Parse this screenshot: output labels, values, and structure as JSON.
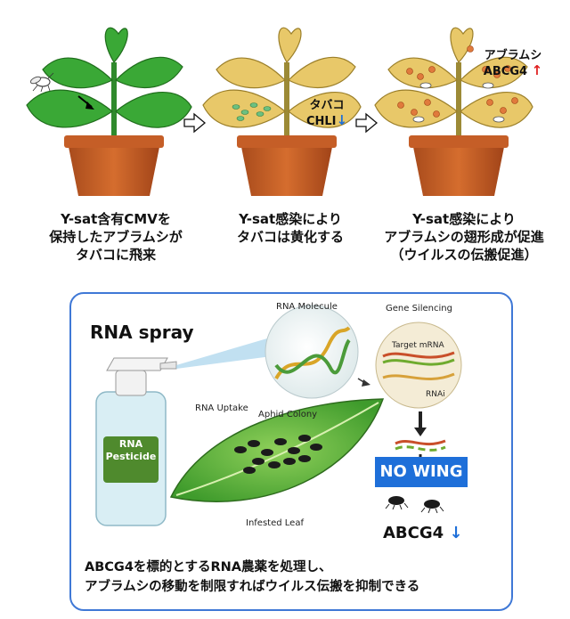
{
  "top": {
    "captions": [
      {
        "lines": [
          "Y-sat含有CMVを",
          "保持したアブラムシが",
          "タバコに飛来"
        ]
      },
      {
        "lines": [
          "Y-sat感染により",
          "タバコは黄化する"
        ]
      },
      {
        "lines": [
          "Y-sat感染により",
          "アブラムシの翅形成が促進",
          "（ウイルスの伝搬促進）"
        ]
      }
    ],
    "tobacco_label": {
      "line1": "タバコ",
      "line2": "CHLI",
      "arrow": "↓"
    },
    "aphid_label": {
      "line1": "アブラムシ",
      "line2": "ABCG4",
      "arrow": "↑"
    }
  },
  "bottom": {
    "rna_spray": "RNA spray",
    "bottle_label": {
      "line1": "RNA",
      "line2": "Pesticide"
    },
    "rna_molecule": "RNA Molecule",
    "gene_silencing": "Gene Silencing",
    "target_mrna": "Target mRNA",
    "rnai": "RNAi",
    "rna_uptake": "RNA Uptake",
    "aphid_colony": "Aphid Colony",
    "infested_leaf": "Infested Leaf",
    "no_wing": "NO WING",
    "abcg4": "ABCG4",
    "abcg4_arrow": "↓",
    "summary": [
      "ABCG4を標的とするRNA農薬を処理し、",
      "アブラムシの移動を制限すればウイルス伝搬を抑制できる"
    ]
  },
  "colors": {
    "green_leaf": "#3aa836",
    "yellow_leaf": "#e8c869",
    "pot": "#c8612a",
    "panel_border": "#3f78d6",
    "no_wing_bg": "#1e6fd9",
    "down_arrow": "#1e6fd9",
    "up_arrow": "#e02020"
  }
}
